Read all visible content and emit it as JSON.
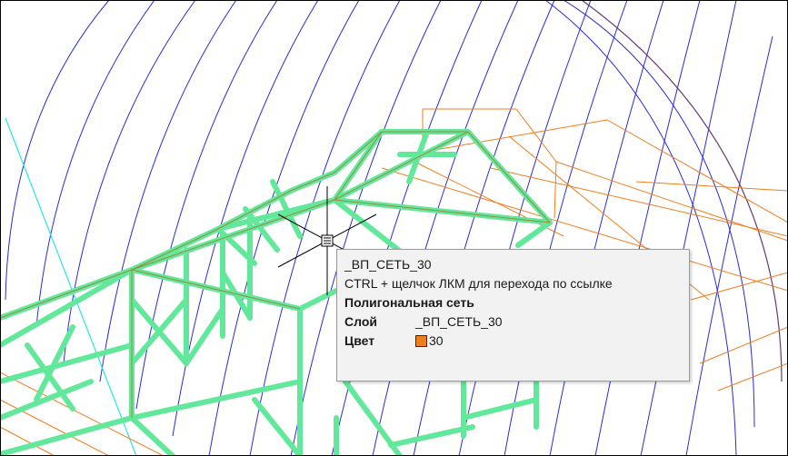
{
  "tooltip": {
    "object_name": "_ВП_СЕТЬ_30",
    "hint": "CTRL + щелчок ЛКМ для перехода по ссылке",
    "object_type": "Полигональная сеть",
    "layer_label": "Слой",
    "layer_value": "_ВП_СЕТЬ_30",
    "color_label": "Цвет",
    "color_value": "30",
    "color_swatch": "#f07d1e"
  },
  "colors": {
    "grid_lines": "#2b2bd6",
    "mesh": "#62e89a",
    "mesh_inner": "#9a8a3a",
    "orange_lines": "#f07d1e",
    "cyan_curve": "#28e6e6",
    "purple_curve": "#6b3a6b",
    "cursor": "#000000"
  }
}
